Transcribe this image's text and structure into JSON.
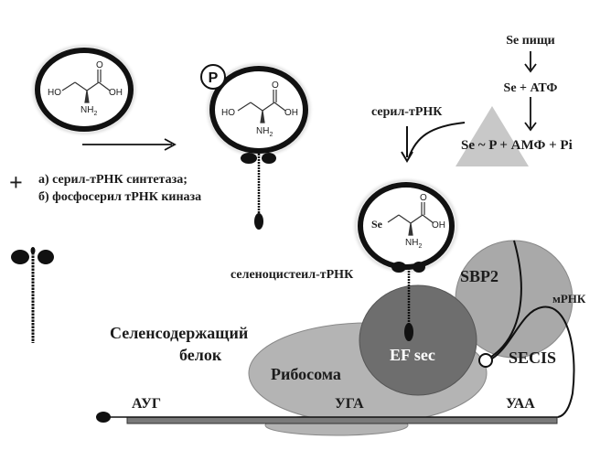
{
  "diagram": {
    "title": "Selenocysteine incorporation into selenoprotein",
    "molecules": {
      "serine": {
        "ho": "HO",
        "oh": "OH",
        "o": "O",
        "nh2": "NH",
        "nh2_sub": "2"
      },
      "phosphoserine": {
        "phosphate": "P",
        "ho": "HO",
        "oh": "OH",
        "o": "O",
        "nh2": "NH",
        "nh2_sub": "2"
      },
      "selenocysteine": {
        "se": "Se",
        "oh": "OH",
        "o": "O",
        "nh2": "NH",
        "nh2_sub": "2"
      }
    },
    "enzymes": {
      "plus": "+",
      "line_a": "а) серил-тРНК синтетаза;",
      "line_b": "б) фосфосерил тРНК киназа"
    },
    "selenium_pathway": {
      "step1": "Se пищи",
      "step2": "Se + АТФ",
      "step3": "Se ~ P + АМФ + Pi",
      "seryl_trna": "серил-тРНК"
    },
    "labels": {
      "sec_trna": "селеноцистеил-тРНК",
      "selenoprotein_line1": "Селенсодержащий",
      "selenoprotein_line2": "белок",
      "ribosome": "Рибосома",
      "ef_sec": "EF sec",
      "sbp2": "SBP2",
      "secis": "SECIS",
      "mrna": "мРНК",
      "start_codon": "АУГ",
      "uga_codon": "УГА",
      "stop_codon": "УАА"
    },
    "colors": {
      "ribosome": "#b4b4b4",
      "ef_sec": "#6e6e6e",
      "sbp2": "#a9a9a9",
      "triangle": "#c8c8c8",
      "mrna_bar": "#7a7a7a",
      "ink": "#111111"
    }
  }
}
